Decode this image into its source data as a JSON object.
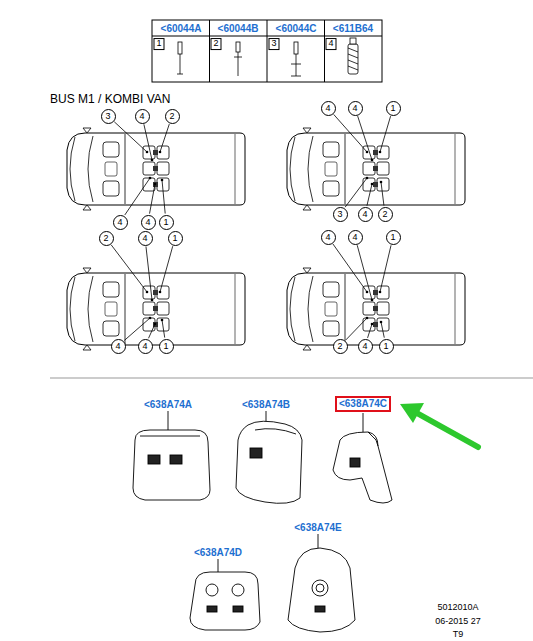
{
  "diagram": {
    "nodes": [
      {
        "text": [
          "3"
        ]
      },
      {
        "text": [
          "4"
        ]
      },
      {
        "text": [
          "2"
        ]
      },
      {
        "text": [
          "4"
        ]
      },
      {
        "text": [
          "4"
        ]
      },
      {
        "text": [
          "1"
        ]
      },
      {
        "text": [
          "4"
        ]
      },
      {
        "text": [
          "4"
        ]
      },
      {
        "text": [
          "1"
        ]
      },
      {
        "text": [
          "3"
        ]
      },
      {
        "text": [
          "4"
        ]
      },
      {
        "text": [
          "2"
        ]
      },
      {
        "text": [
          "2"
        ]
      },
      {
        "text": [
          "4"
        ]
      },
      {
        "text": [
          "1"
        ]
      },
      {
        "text": [
          "4"
        ]
      },
      {
        "text": [
          "4"
        ]
      },
      {
        "text": [
          "1"
        ]
      },
      {
        "text": [
          "4"
        ]
      },
      {
        "text": [
          "4"
        ]
      },
      {
        "text": [
          "1"
        ]
      },
      {
        "text": [
          "2"
        ]
      },
      {
        "text": [
          "4"
        ]
      },
      {
        "text": [
          "1"
        ]
      },
      {
        "text": [
          "<638A74C"
        ]
      }
    ],
    "labels": [
      "<60044A",
      "<60044B",
      "<60044C",
      "<611B64",
      "1",
      "2",
      "3",
      "4",
      "BUS M1 / KOMBI VAN",
      "<638A74A",
      "<638A74B",
      "<638A74D",
      "<638A74E",
      "5012010A",
      "06-2015 27",
      "T9"
    ]
  }
}
